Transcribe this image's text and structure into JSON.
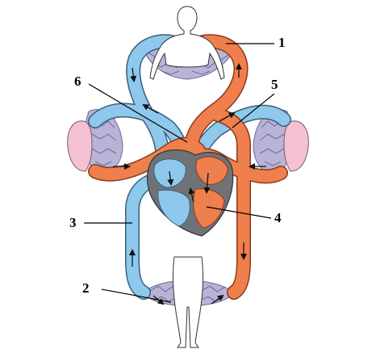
{
  "labels": {
    "l1": "1",
    "l2": "2",
    "l3": "3",
    "l4": "4",
    "l5": "5",
    "l6": "6"
  },
  "colors": {
    "deoxygenated": "#8ec8ec",
    "oxygenated": "#ef7f4c",
    "capillary_bed": "#b9b3d6",
    "lung": "#f6c2d2",
    "heart_wall": "#6f7378"
  }
}
